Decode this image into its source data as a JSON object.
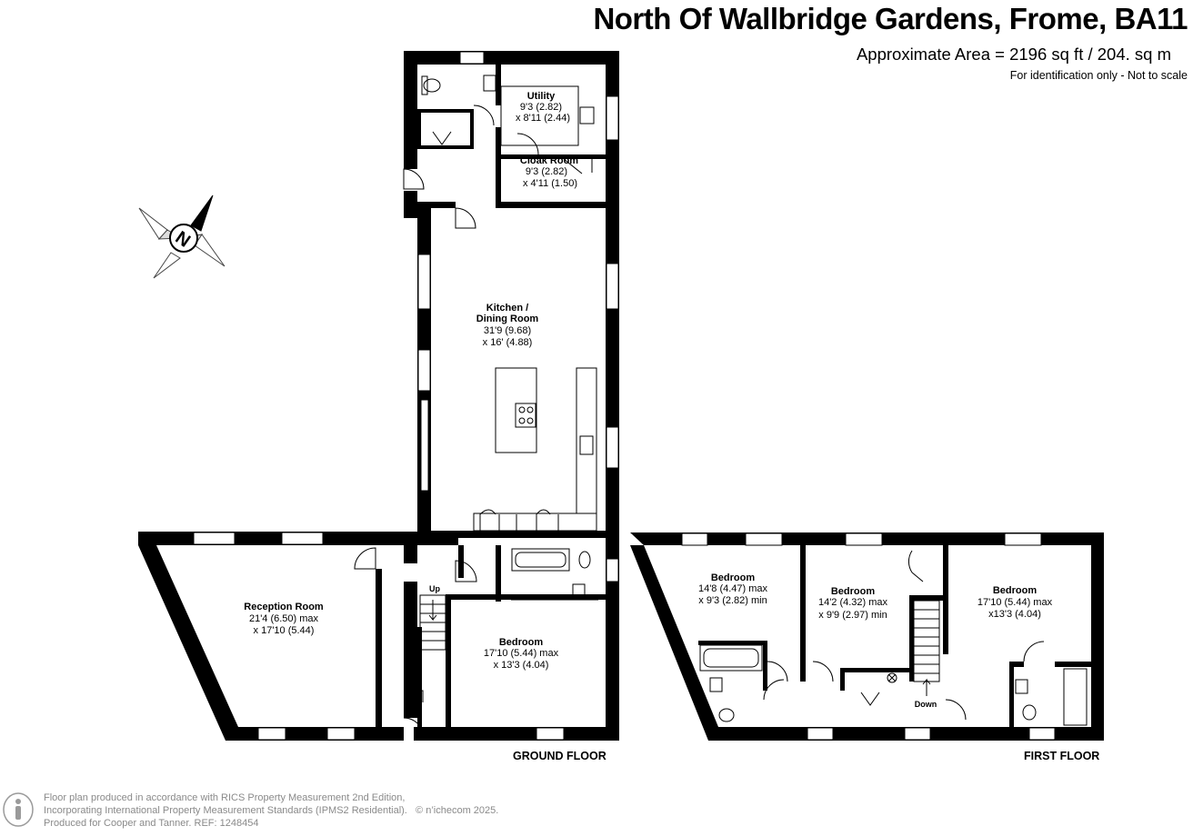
{
  "header": {
    "title": "North Of Wallbridge Gardens, Frome, BA11",
    "area": "Approximate Area = 2196 sq ft / 204. sq m",
    "note": "For identification only - Not to scale"
  },
  "compass": {
    "label": "N"
  },
  "ground_floor": {
    "label": "GROUND FLOOR",
    "stairs_label": "Up",
    "rooms": [
      {
        "name": "Utility",
        "dim1": "9'3 (2.82)",
        "dim2": "x 8'11 (2.44)"
      },
      {
        "name": "Cloak Room",
        "dim1": "9'3 (2.82)",
        "dim2": "x 4'11 (1.50)"
      },
      {
        "name": "Kitchen /",
        "name2": "Dining Room",
        "dim1": "31'9 (9.68)",
        "dim2": "x 16' (4.88)"
      },
      {
        "name": "Reception Room",
        "dim1": "21'4 (6.50) max",
        "dim2": "x 17'10 (5.44)"
      },
      {
        "name": "Bedroom",
        "dim1": "17'10 (5.44) max",
        "dim2": "x 13'3 (4.04)"
      }
    ]
  },
  "first_floor": {
    "label": "FIRST FLOOR",
    "stairs_label": "Down",
    "rooms": [
      {
        "name": "Bedroom",
        "dim1": "14'8 (4.47) max",
        "dim2": "x 9'3 (2.82) min"
      },
      {
        "name": "Bedroom",
        "dim1": "14'2 (4.32) max",
        "dim2": "x 9'9 (2.97) min"
      },
      {
        "name": "Bedroom",
        "dim1": "17'10 (5.44) max",
        "dim2": "x13'3 (4.04)"
      }
    ]
  },
  "footer": {
    "line1": "Floor plan produced in accordance with RICS Property Measurement 2nd Edition,",
    "line2": "Incorporating International Property Measurement Standards (IPMS2 Residential).",
    "copyright": "© n’ichecom 2025.",
    "line3": "Produced for Cooper and Tanner.   REF: 1248454"
  },
  "colors": {
    "wall": "#000000",
    "window": "#ffffff",
    "footer_text": "#8a8a8a"
  }
}
